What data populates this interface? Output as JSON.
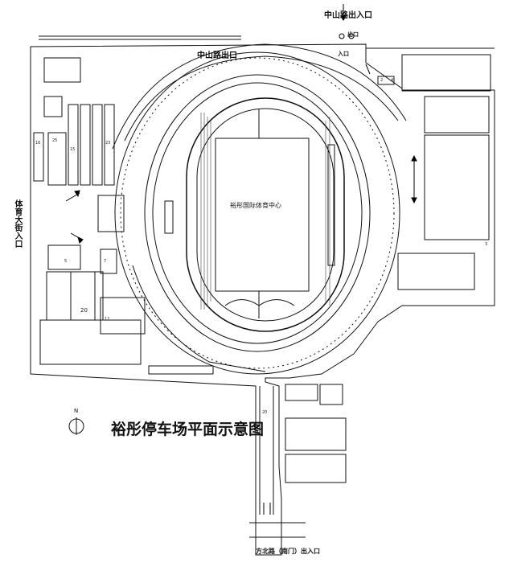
{
  "title": "裕彤停车场平面示意图",
  "venue_name": "裕彤国际体育中心",
  "entrances": {
    "zhongshan_exit_entrance_top": "中山路出入口",
    "zhongshan_exit": "中山路出口",
    "tiyu_avenue_entrance": "体育大街入口",
    "exit_label": "出口",
    "entrance_label": "入口",
    "fangbei_road_south_gate": "方北路（南门）出入口"
  },
  "north_marker": "N",
  "lot_numbers": [
    "16",
    "25",
    "15",
    "23",
    "20",
    "12",
    "7",
    "3",
    "2",
    "4",
    "5",
    "20"
  ],
  "colors": {
    "line": "#111111",
    "background": "#ffffff",
    "seat": "#444444"
  }
}
